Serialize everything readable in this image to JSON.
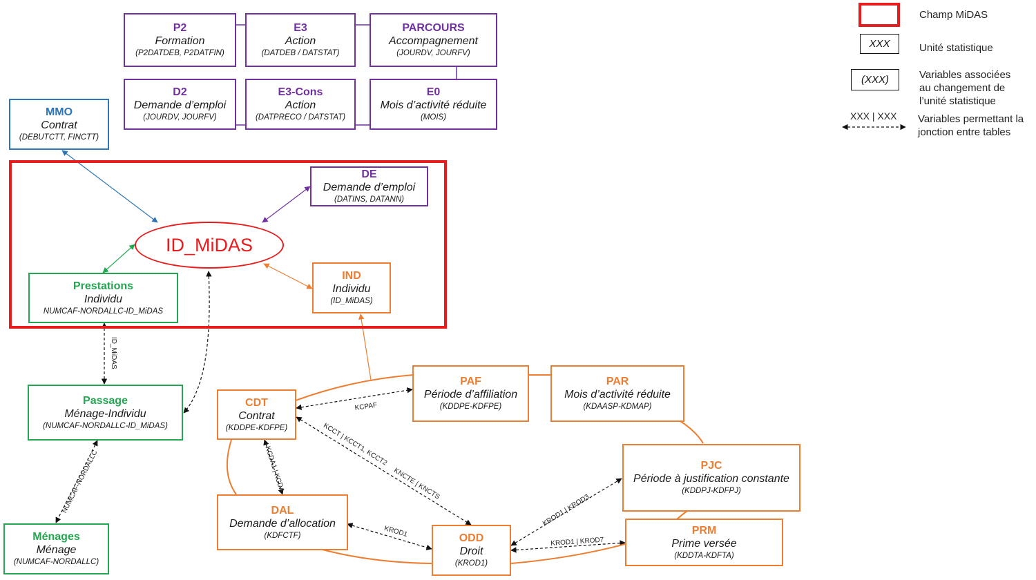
{
  "champ": "ID_MiDAS",
  "nodes": {
    "p2": {
      "title": "P2",
      "subtitle": "Formation",
      "vars": "(P2DATDEB, P2DATFIN)"
    },
    "e3": {
      "title": "E3",
      "subtitle": "Action",
      "vars": "(DATDEB / DATSTAT)"
    },
    "parcours": {
      "title": "PARCOURS",
      "subtitle": "Accompagnement",
      "vars": "(JOURDV, JOURFV)"
    },
    "d2": {
      "title": "D2",
      "subtitle": "Demande d’emploi",
      "vars": "(JOURDV, JOURFV)"
    },
    "e3cons": {
      "title": "E3-Cons",
      "subtitle": "Action",
      "vars": "(DATPRECO / DATSTAT)"
    },
    "e0": {
      "title": "E0",
      "subtitle": "Mois d’activité réduite",
      "vars": "(MOIS)"
    },
    "mmo": {
      "title": "MMO",
      "subtitle": "Contrat",
      "vars": "(DEBUTCTT, FINCTT)"
    },
    "de": {
      "title": "DE",
      "subtitle": "Demande d’emploi",
      "vars": "(DATINS, DATANN)"
    },
    "prestations": {
      "title": "Prestations",
      "subtitle": "Individu",
      "vars": "NUMCAF-NORDALLC-ID_MiDAS"
    },
    "ind": {
      "title": "IND",
      "subtitle": "Individu",
      "vars": "(ID_MiDAS)"
    },
    "passage": {
      "title": "Passage",
      "subtitle": "Ménage-Individu",
      "vars": "(NUMCAF-NORDALLC-ID_MiDAS)"
    },
    "menages": {
      "title": "Ménages",
      "subtitle": "Ménage",
      "vars": "(NUMCAF-NORDALLC)"
    },
    "cdt": {
      "title": "CDT",
      "subtitle": "Contrat",
      "vars": "(KDDPE-KDFPE)"
    },
    "paf": {
      "title": "PAF",
      "subtitle": "Période d’affiliation",
      "vars": "(KDDPE-KDFPE)"
    },
    "par": {
      "title": "PAR",
      "subtitle": "Mois d’activité réduite",
      "vars": "(KDAASP-KDMAP)"
    },
    "pjc": {
      "title": "PJC",
      "subtitle": "Période à justification constante",
      "vars": "(KDDPJ-KDFPJ)"
    },
    "dal": {
      "title": "DAL",
      "subtitle": "Demande d’allocation",
      "vars": "(KDFCTF)"
    },
    "odd": {
      "title": "ODD",
      "subtitle": "Droit",
      "vars": "(KROD1)"
    },
    "prm": {
      "title": "PRM",
      "subtitle": "Prime versée",
      "vars": "(KDDTA-KDFTA)"
    }
  },
  "links": {
    "id_midas": "ID_MiDAS",
    "numcaf": "NUMCAF-NORDALLC",
    "kcpaf": "KCPAF",
    "kcct": "KCCT | KCCT1, KCCT2",
    "kncte": "KNCTE | KNCTS",
    "kcda": "KCDA1 | KCDA",
    "krod1_dal": "KROD1",
    "krod_pjc": "KROD1 | KROD3",
    "krod_prm": "KROD1 | KROD7"
  },
  "legend": {
    "champ": "Champ MiDAS",
    "unite_box": "XXX",
    "unite": "Unité statistique",
    "vars_box": "(XXX)",
    "vars_line1": "Variables associées",
    "vars_line2": "au changement de",
    "vars_line3": "l’unité statistique",
    "join_label": "XXX | XXX",
    "join_line1": "Variables permettant la",
    "join_line2": "jonction entre tables"
  },
  "colors": {
    "purple": "#7030a0",
    "blue": "#2e75b6",
    "green": "#22a650",
    "orange": "#ed7d31",
    "red": "#e81c1c",
    "dashed": "#111111"
  }
}
